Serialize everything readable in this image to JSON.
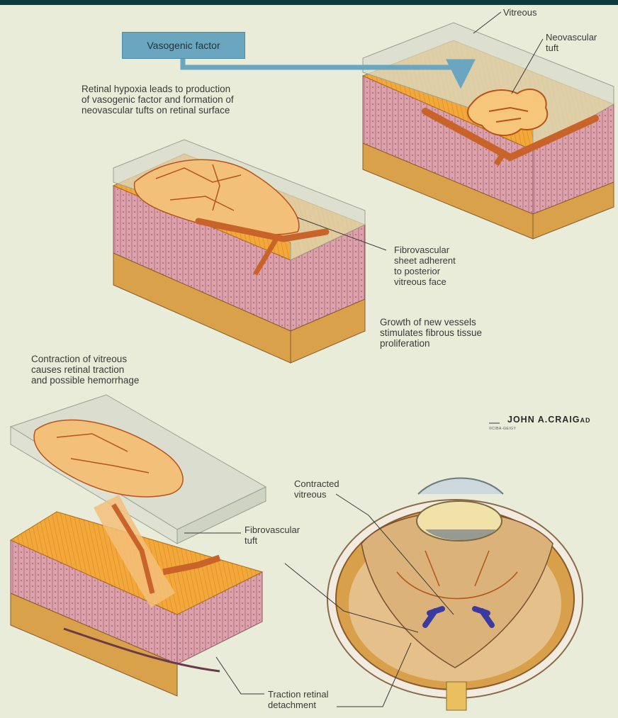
{
  "labels": {
    "vitreous": "Vitreous",
    "neovascular_tuft": "Neovascular\ntuft",
    "vasogenic_factor": "Vasogenic factor",
    "caption_hypoxia": "Retinal hypoxia leads to production\nof vasogenic factor and formation of\nneovascular tufts on retinal surface",
    "fibrovascular_sheet": "Fibrovascular\nsheet adherent\nto posterior\nvitreous face",
    "caption_growth": "Growth of new vessels\nstimulates fibrous tissue\nproliferation",
    "caption_contraction": "Contraction of vitreous\ncauses retinal traction\nand possible hemorrhage",
    "signature": "JOHN A.CRAIG",
    "signature_suffix": "AD",
    "signature_copyright": "©CIBA-GEIGY",
    "contracted_vitreous": "Contracted\nvitreous",
    "fibrovascular_tuft": "Fibrovascular\ntuft",
    "traction_detachment": "Traction retinal\ndetachment"
  },
  "colors": {
    "background": "#e9ecd9",
    "retina_orange": "#f2a83a",
    "tissue_pink": "#d89aa4",
    "vessel": "#c8632a",
    "label_box": "#6aa6bf",
    "arrow_blue": "#3a3aa0"
  }
}
